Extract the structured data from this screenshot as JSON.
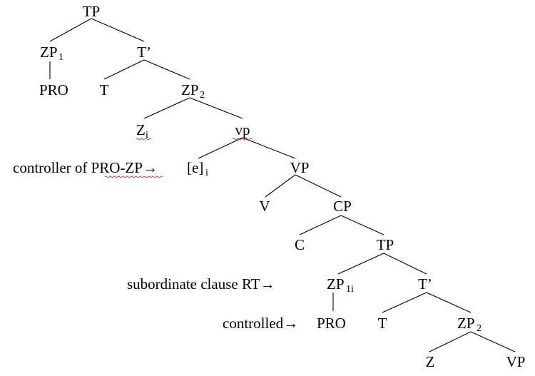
{
  "labels": {
    "tp_root": "TP",
    "zp1": "ZP",
    "zp1_sub": "1",
    "pro_upper": "PRO",
    "t_bar_upper": "T’",
    "t_upper": "T",
    "zp2_upper": "ZP",
    "zp2_upper_sub": "2",
    "z_upper": "Z",
    "z_upper_sub": "i",
    "vp_small": "vp",
    "e_bracket": "[e]",
    "e_sub": "i",
    "vp_big": "VP",
    "v": "V",
    "cp": "CP",
    "c": "C",
    "tp_lower": "TP",
    "zp_lower": "ZP",
    "zp_lower_sub": "1i",
    "t_bar_lower": "T’",
    "pro_lower": "PRO",
    "t_lower": "T",
    "zp2_lower": "ZP",
    "zp2_lower_sub": "2",
    "z_lower": "Z",
    "vp_lower": "VP"
  },
  "annotations": {
    "controller": "controller of PRO-ZP→",
    "subordinate": "subordinate clause RT→",
    "controlled": "controlled→"
  },
  "colors": {
    "ink": "#000000",
    "spell_underline": "#d03030"
  }
}
